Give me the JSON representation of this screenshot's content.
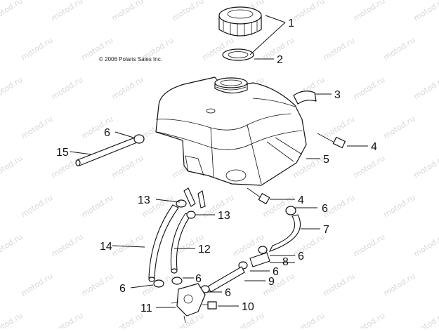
{
  "copyright": "© 2006 Polaris Sales Inc.",
  "watermark": "motod.ru",
  "callouts": [
    "1",
    "2",
    "3",
    "4",
    "5",
    "6",
    "15",
    "13",
    "4",
    "6",
    "7",
    "13",
    "14",
    "12",
    "8",
    "6",
    "6",
    "9",
    "6",
    "6",
    "11",
    "10",
    "6"
  ]
}
